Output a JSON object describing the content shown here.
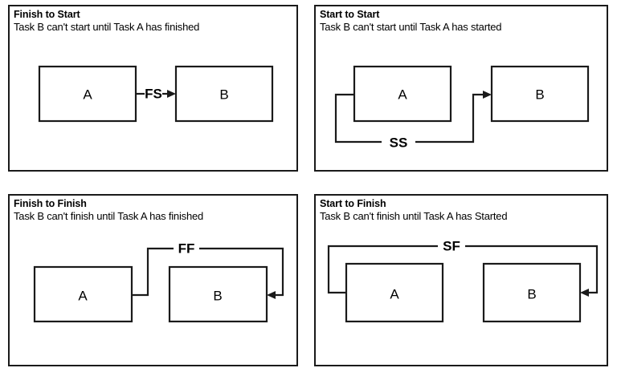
{
  "page": {
    "background": "#ffffff",
    "line_color": "#1a1a1a",
    "text_color": "#000000"
  },
  "panels": [
    {
      "id": "finish-to-start",
      "title": "Finish to Start",
      "subtitle": "Task B can't start until Task A has finished",
      "link_code": "FS",
      "box_a_label": "A",
      "box_b_label": "B"
    },
    {
      "id": "start-to-start",
      "title": "Start to Start",
      "subtitle": "Task B can't start until Task A has started",
      "link_code": "SS",
      "box_a_label": "A",
      "box_b_label": "B"
    },
    {
      "id": "finish-to-finish",
      "title": "Finish to Finish",
      "subtitle": "Task B can't finish until Task A has finished",
      "link_code": "FF",
      "box_a_label": "A",
      "box_b_label": "B"
    },
    {
      "id": "start-to-finish",
      "title": "Start to Finish",
      "subtitle": "Task B can't finish until Task A has Started",
      "link_code": "SF",
      "box_a_label": "A",
      "box_b_label": "B"
    }
  ]
}
